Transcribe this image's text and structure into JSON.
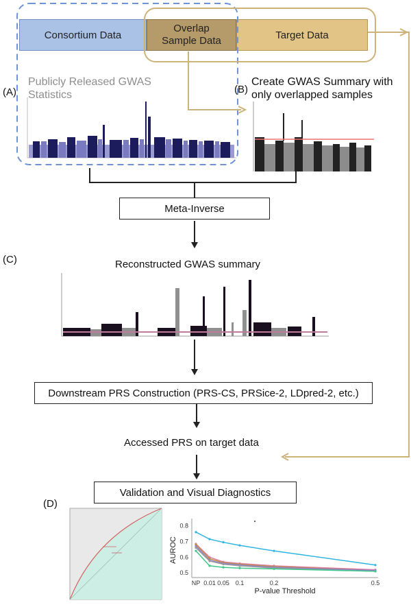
{
  "top": {
    "consortium": "Consortium Data",
    "overlap": "Overlap\nSample Data",
    "target": "Target Data"
  },
  "panels": {
    "a_letter": "(A)",
    "a_title": "Publicly Released GWAS\nStatistics",
    "b_letter": "(B)",
    "b_title": "Create GWAS Summary with\nonly overlapped samples",
    "c_letter": "(C)",
    "c_title": "Reconstructed GWAS summary",
    "d_letter": "(D)"
  },
  "steps": {
    "meta_inverse": "Meta-Inverse",
    "downstream": "Downstream PRS Construction (PRS-CS, PRSice-2, LDpred-2, etc.)",
    "accessed": "Accessed PRS on target data",
    "validation": "Validation and Visual Diagnostics"
  },
  "colors": {
    "consortium": "#a9c2e6",
    "target": "#e2c487",
    "overlap": "#b59a6a",
    "dash": "#6f93d6",
    "gold": "#cdb37a"
  },
  "chart_data": {
    "type": "line",
    "xlabel": "P-value Threshold",
    "ylabel": "AUROC",
    "x_ticks": [
      "NP",
      "0.01",
      "0.05",
      "0.1",
      "0.2",
      "0.5"
    ],
    "y_ticks": [
      "0.5",
      "0.6",
      "0.7",
      "0.8"
    ],
    "ylim": [
      0.47,
      0.82
    ],
    "x": [
      0,
      0.01,
      0.05,
      0.1,
      0.2,
      0.5
    ],
    "series": [
      {
        "color": "#2fb6e0",
        "values": [
          0.76,
          0.715,
          0.695,
          0.675,
          0.64,
          0.55
        ]
      },
      {
        "color": "#e07fa8",
        "values": [
          0.685,
          0.6,
          0.57,
          0.56,
          0.545,
          0.52
        ]
      },
      {
        "color": "#c08f3a",
        "values": [
          0.68,
          0.59,
          0.565,
          0.555,
          0.54,
          0.515
        ]
      },
      {
        "color": "#8a7fd6",
        "values": [
          0.67,
          0.58,
          0.56,
          0.55,
          0.535,
          0.515
        ]
      },
      {
        "color": "#9b9b9b",
        "values": [
          0.66,
          0.575,
          0.555,
          0.545,
          0.53,
          0.51
        ]
      },
      {
        "color": "#3ec98c",
        "values": [
          0.64,
          0.545,
          0.535,
          0.53,
          0.525,
          0.51
        ]
      }
    ]
  }
}
